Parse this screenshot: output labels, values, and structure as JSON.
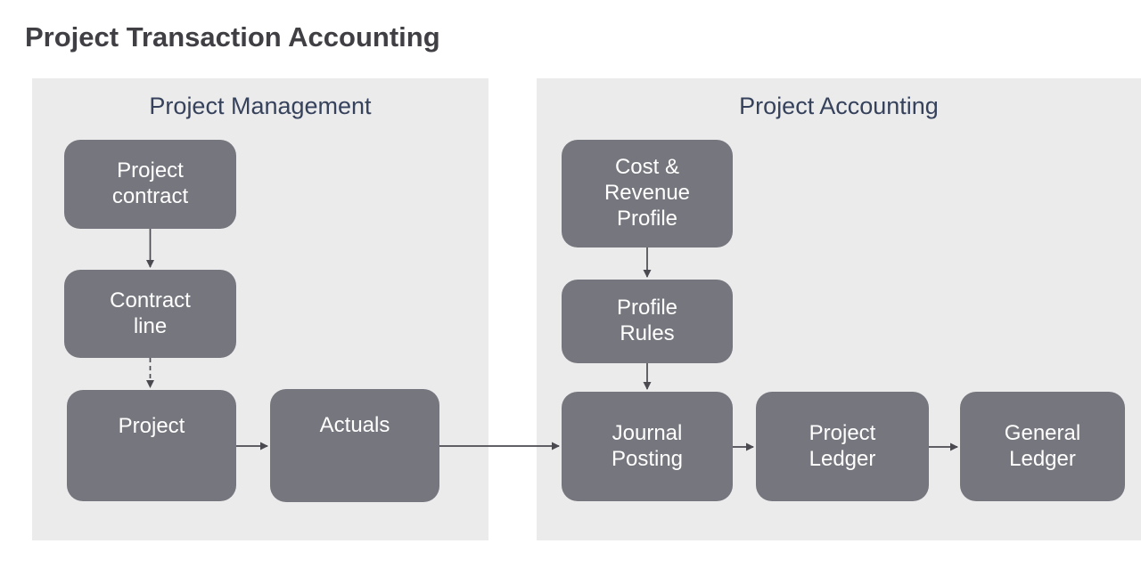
{
  "title": "Project Transaction Accounting",
  "panels": {
    "project_management": {
      "label": "Project Management"
    },
    "project_accounting": {
      "label": "Project Accounting"
    }
  },
  "nodes": {
    "project_contract": {
      "label": "Project\ncontract"
    },
    "contract_line": {
      "label": "Contract\nline"
    },
    "project": {
      "label": "Project"
    },
    "actuals": {
      "label": "Actuals"
    },
    "cost_revenue_profile": {
      "label": "Cost &\nRevenue\nProfile"
    },
    "profile_rules": {
      "label": "Profile\nRules"
    },
    "journal_posting": {
      "label": "Journal\nPosting"
    },
    "project_ledger": {
      "label": "Project\nLedger"
    },
    "general_ledger": {
      "label": "General\nLedger"
    }
  },
  "edges": [
    {
      "from": "project_contract",
      "to": "contract_line",
      "style": "solid"
    },
    {
      "from": "contract_line",
      "to": "project",
      "style": "dashed"
    },
    {
      "from": "project",
      "to": "actuals",
      "style": "solid"
    },
    {
      "from": "actuals",
      "to": "journal_posting",
      "style": "solid"
    },
    {
      "from": "cost_revenue_profile",
      "to": "profile_rules",
      "style": "solid"
    },
    {
      "from": "profile_rules",
      "to": "journal_posting",
      "style": "solid"
    },
    {
      "from": "journal_posting",
      "to": "project_ledger",
      "style": "solid"
    },
    {
      "from": "project_ledger",
      "to": "general_ledger",
      "style": "solid"
    }
  ],
  "colors": {
    "page_bg": "#FFFFFF",
    "panel_bg": "#EBEBEC",
    "node_fill": "#76767E",
    "node_text": "#FFFFFF",
    "panel_header_text": "#36425C",
    "title_text": "#3F3F44",
    "arrow": "#4A4A50"
  }
}
